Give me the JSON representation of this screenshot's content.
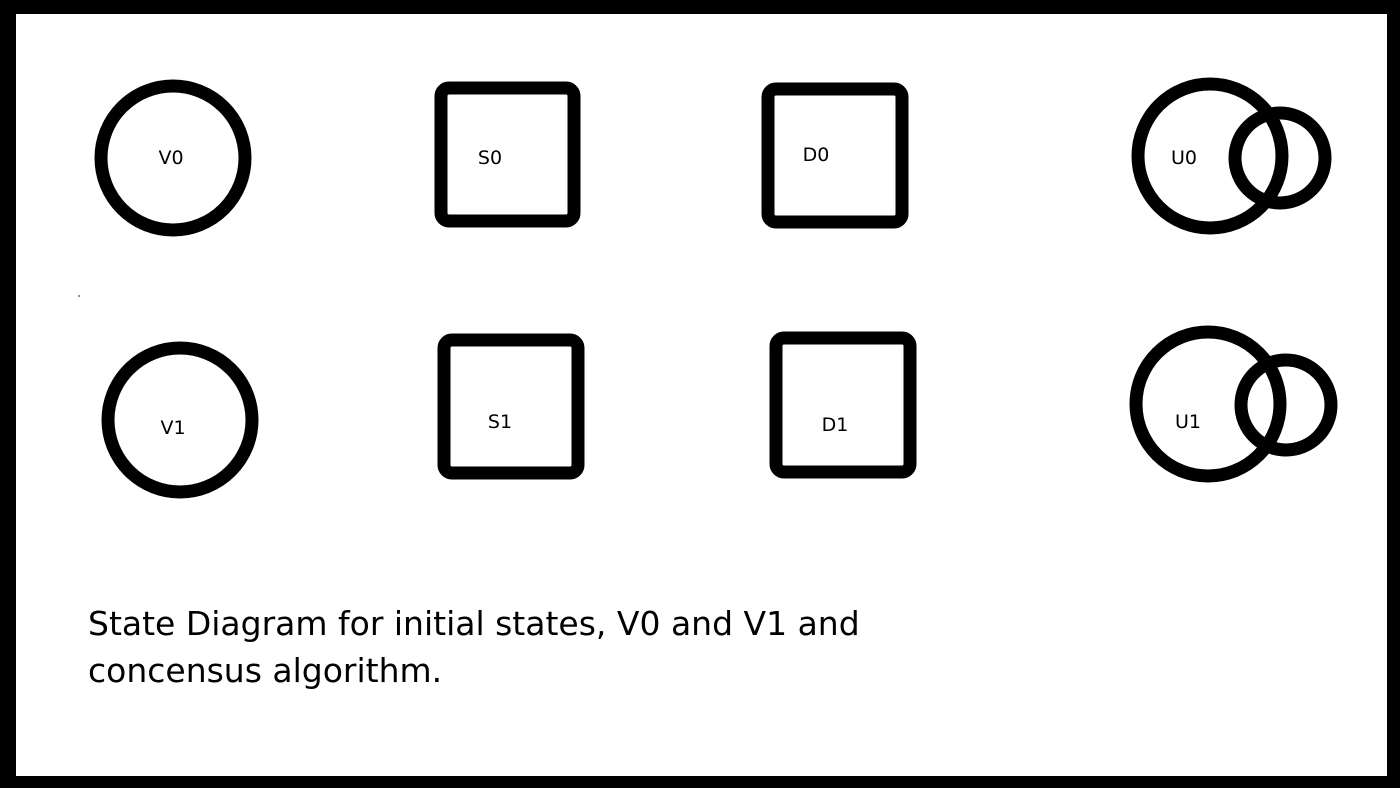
{
  "states": {
    "v0": "V0",
    "v1": "V1",
    "s0": "S0",
    "s1": "S1",
    "d0": "D0",
    "d1": "D1",
    "u0": "U0",
    "u1": "U1"
  },
  "caption": {
    "line1": "State Diagram for initial states, V0 and V1 and",
    "line2": "concensus algorithm."
  }
}
